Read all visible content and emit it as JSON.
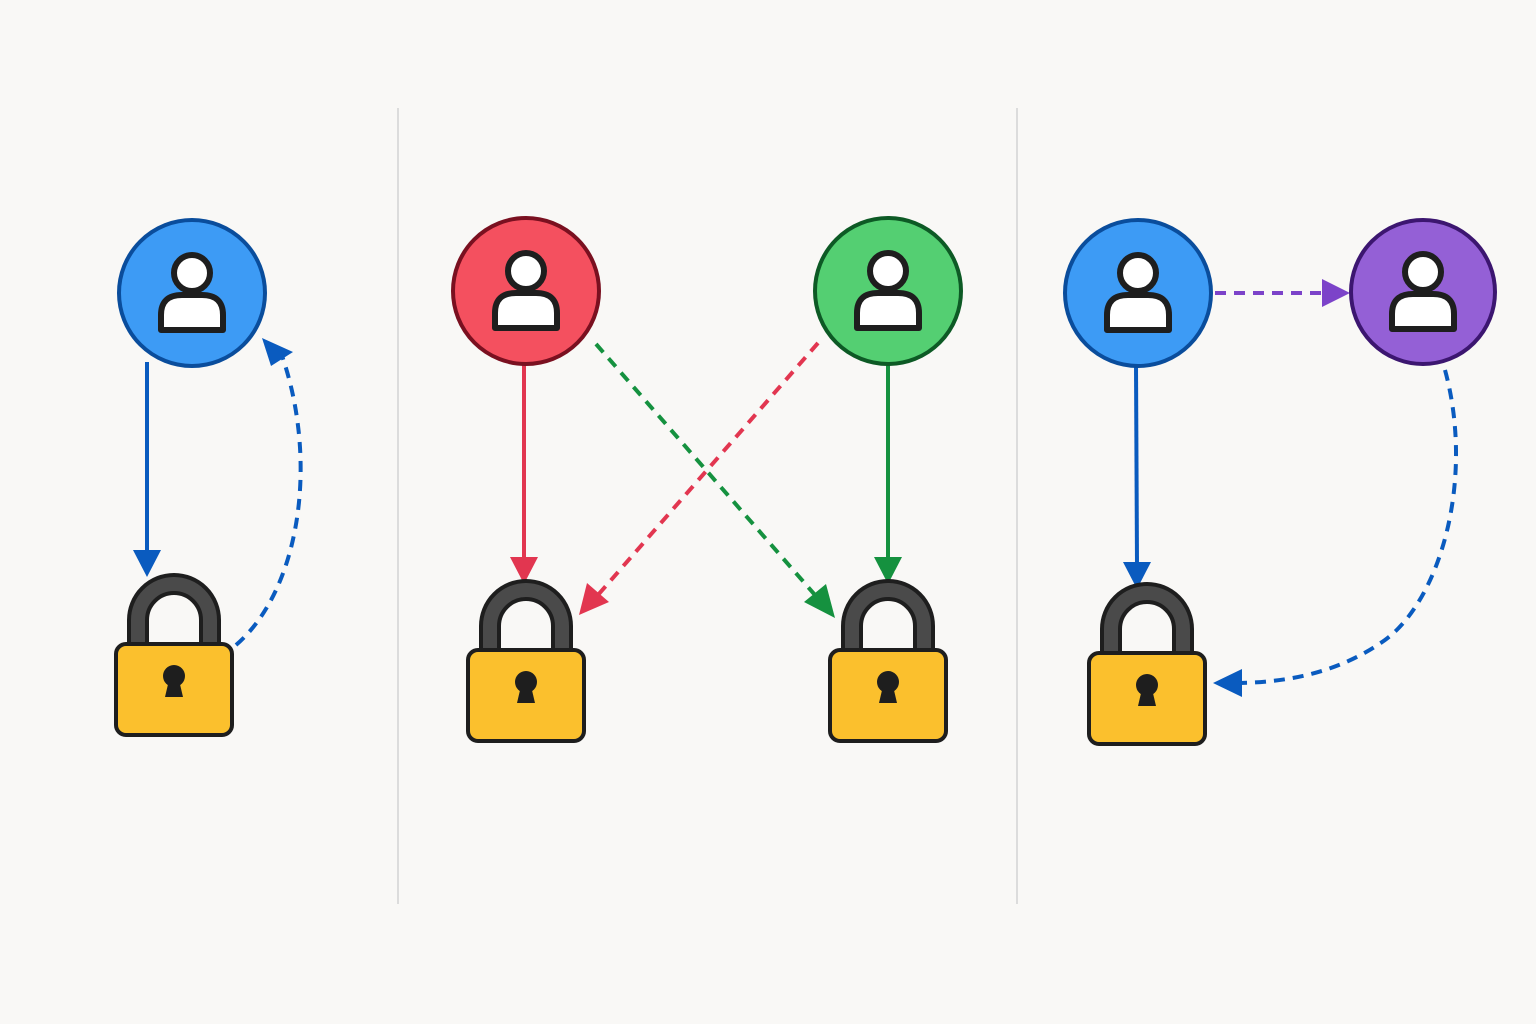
{
  "colors": {
    "background": "#f9f8f6",
    "divider": "#dcdcdc",
    "blue": "#3d9bf5",
    "blue_stroke": "#0a4d9c",
    "blue_arrow": "#0a5bbf",
    "red": "#f4505f",
    "red_stroke": "#7a1020",
    "red_arrow": "#e23650",
    "green": "#54cf72",
    "green_stroke": "#0d5a25",
    "green_arrow": "#15913f",
    "purple": "#9460d6",
    "purple_stroke": "#3c1670",
    "purple_arrow": "#7c43c9",
    "lock_body": "#fbc02d",
    "lock_shackle": "#4a4a4a",
    "outline": "#1e1e1e"
  },
  "panels": [
    {
      "id": "left",
      "users": [
        {
          "id": "user-blue",
          "color": "blue"
        }
      ],
      "locks": [
        {
          "id": "lock-1"
        }
      ],
      "links": [
        {
          "from": "user-blue",
          "to": "lock-1",
          "style": "solid",
          "color": "blue_arrow"
        },
        {
          "from": "lock-1",
          "to": "user-blue",
          "style": "dashed",
          "color": "blue_arrow"
        }
      ]
    },
    {
      "id": "middle",
      "users": [
        {
          "id": "user-red",
          "color": "red"
        },
        {
          "id": "user-green",
          "color": "green"
        }
      ],
      "locks": [
        {
          "id": "lock-2"
        },
        {
          "id": "lock-3"
        }
      ],
      "links": [
        {
          "from": "user-red",
          "to": "lock-2",
          "style": "solid",
          "color": "red_arrow"
        },
        {
          "from": "user-green",
          "to": "lock-3",
          "style": "solid",
          "color": "green_arrow"
        },
        {
          "from": "user-red",
          "to": "lock-3",
          "style": "dashed",
          "color": "green_arrow"
        },
        {
          "from": "user-green",
          "to": "lock-2",
          "style": "dashed",
          "color": "red_arrow"
        }
      ]
    },
    {
      "id": "right",
      "users": [
        {
          "id": "user-blue-2",
          "color": "blue"
        },
        {
          "id": "user-purple",
          "color": "purple"
        }
      ],
      "locks": [
        {
          "id": "lock-4"
        }
      ],
      "links": [
        {
          "from": "user-blue-2",
          "to": "lock-4",
          "style": "solid",
          "color": "blue_arrow"
        },
        {
          "from": "user-blue-2",
          "to": "user-purple",
          "style": "dashed",
          "color": "purple_arrow"
        },
        {
          "from": "user-purple",
          "to": "lock-4",
          "style": "dashed",
          "color": "blue_arrow"
        }
      ]
    }
  ]
}
